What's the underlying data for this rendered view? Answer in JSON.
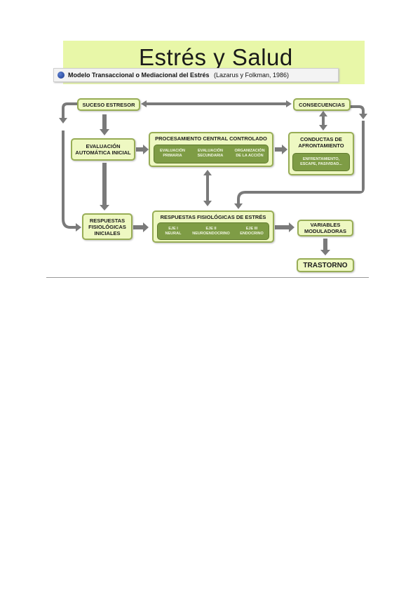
{
  "title": "Estrés y Salud",
  "subtitle": {
    "main": "Modelo Transaccional o Mediacional del Estrés",
    "ref": "(Lazarus y Folkman, 1986)"
  },
  "nodes": {
    "suceso": "SUCESO ESTRESOR",
    "consecuencias": "CONSECUENCIAS",
    "evaluacion": "EVALUACIÓN\nAUTOMÁTICA INICIAL",
    "procesamiento": {
      "title": "PROCESAMIENTO CENTRAL CONTROLADO",
      "items": [
        "EVALUACIÓN\nPRIMARIA",
        "EVALUACIÓN\nSECUNDARIA",
        "ORGANIZACIÓN\nDE LA ACCIÓN"
      ]
    },
    "conductas": {
      "title": "CONDUCTAS DE\nAFRONTAMIENTO",
      "inner": "ENFRENTAMIENTO,\nESCAPE, PASIVIDAD..."
    },
    "respuestas_iniciales": "RESPUESTAS\nFISIOLÓGICAS\nINICIALES",
    "respuestas_estres": {
      "title": "RESPUESTAS FISIOLÓGICAS DE ESTRÉS",
      "items": [
        "EJE I\nNEURAL",
        "EJE II\nNEUROENDOCRINO",
        "EJE III\nENDOCRINO"
      ]
    },
    "variables": "VARIABLES\nMODULADORAS",
    "trastorno": "TRASTORNO"
  },
  "colors": {
    "box_fill": "#eef8c2",
    "box_border": "#98ad56",
    "inner_fill": "#7e9c45",
    "arrow": "#7a7a7a",
    "title_band": "#e8f7a8"
  }
}
